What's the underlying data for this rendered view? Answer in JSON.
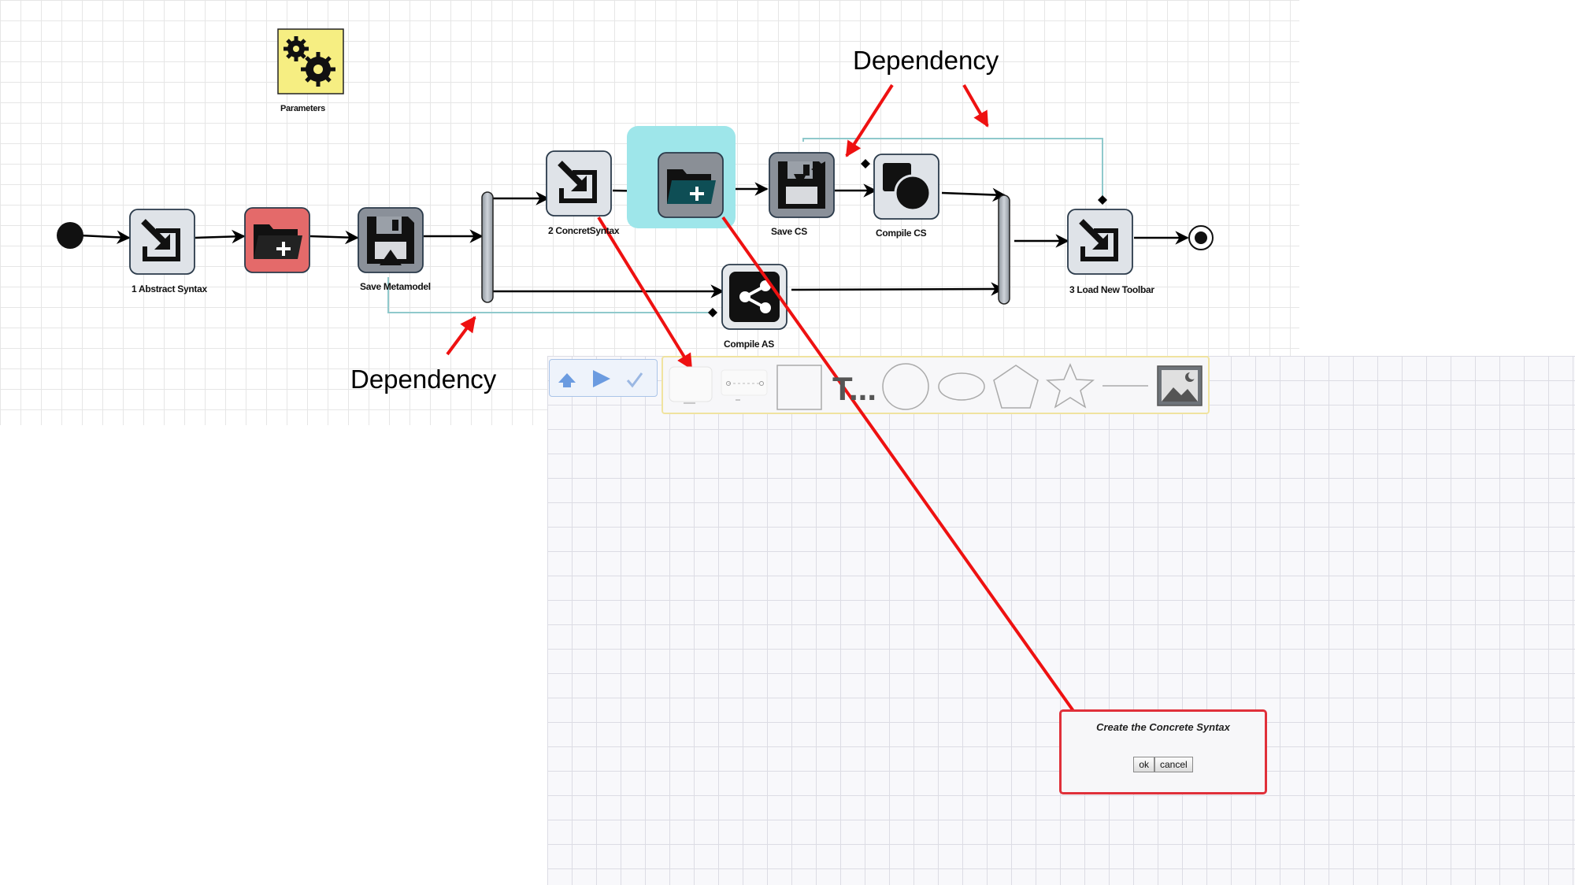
{
  "diagram": {
    "parameters_label": "Parameters",
    "tasks": [
      {
        "id": "abstract-syntax",
        "label": "1 Abstract Syntax",
        "icon": "import-arrow-icon",
        "color": "#dfe3e8"
      },
      {
        "id": "create-folder-1",
        "label": "",
        "icon": "folder-plus-icon",
        "color": "#e46a6a"
      },
      {
        "id": "save-metamodel",
        "label": "Save Metamodel",
        "icon": "floppy-disk-icon",
        "color": "#8a9099"
      },
      {
        "id": "concrete-syntax",
        "label": "2 ConcretSyntax",
        "icon": "import-arrow-icon",
        "color": "#dfe3e8"
      },
      {
        "id": "create-folder-2",
        "label": "",
        "icon": "folder-plus-icon",
        "color": "#8a8f96",
        "highlight": "#9ee6ea"
      },
      {
        "id": "save-cs",
        "label": "Save CS",
        "icon": "floppy-disk-icon",
        "color": "#8a9099"
      },
      {
        "id": "compile-cs",
        "label": "Compile CS",
        "icon": "shapes-icon",
        "color": "#dfe3e8"
      },
      {
        "id": "compile-as",
        "label": "Compile AS",
        "icon": "share-nodes-icon",
        "color": "#e6e9ec"
      },
      {
        "id": "load-new-toolbar",
        "label": "3 Load New Toolbar",
        "icon": "import-arrow-icon",
        "color": "#dfe3e8"
      }
    ],
    "annotations": {
      "dependency_top": "Dependency",
      "dependency_bottom": "Dependency"
    },
    "colors": {
      "annotation_arrow": "#ee1111",
      "dependency_line": "#8fc9cc",
      "flow_arrow": "#000000",
      "parameters_bg": "#f6ee82"
    }
  },
  "editor": {
    "toolbar_left": [
      "arrow-up-icon",
      "play-icon",
      "check-icon"
    ],
    "toolbar_shapes": [
      "task-shape",
      "connector-shape",
      "rectangle-shape",
      "text-shape",
      "circle-shape",
      "ellipse-shape",
      "pentagon-shape",
      "star-shape",
      "line-shape",
      "image-shape"
    ],
    "text_tool_label": "T..."
  },
  "dialog": {
    "message": "Create the Concrete Syntax",
    "ok_label": "ok",
    "cancel_label": "cancel"
  }
}
